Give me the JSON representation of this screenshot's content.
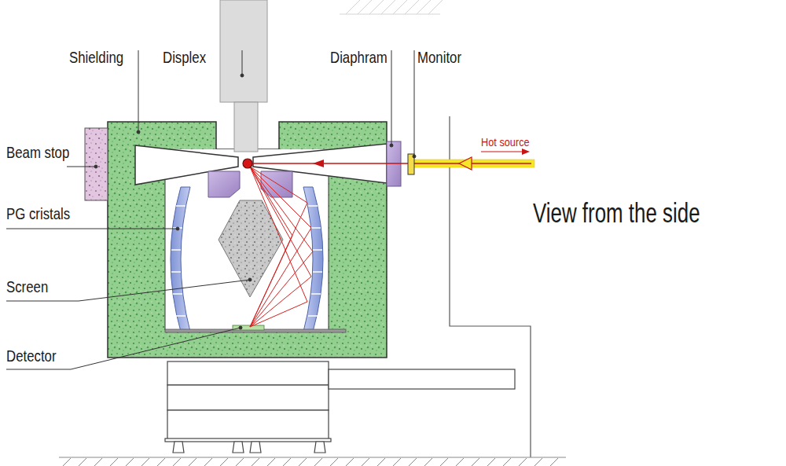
{
  "diagram": {
    "labels": [
      "Shielding",
      "Displex",
      "Diaphram",
      "Monitor",
      "Hot source",
      "Beam stop",
      "PG cristals",
      "Screen",
      "Detector",
      "View from the side"
    ]
  }
}
